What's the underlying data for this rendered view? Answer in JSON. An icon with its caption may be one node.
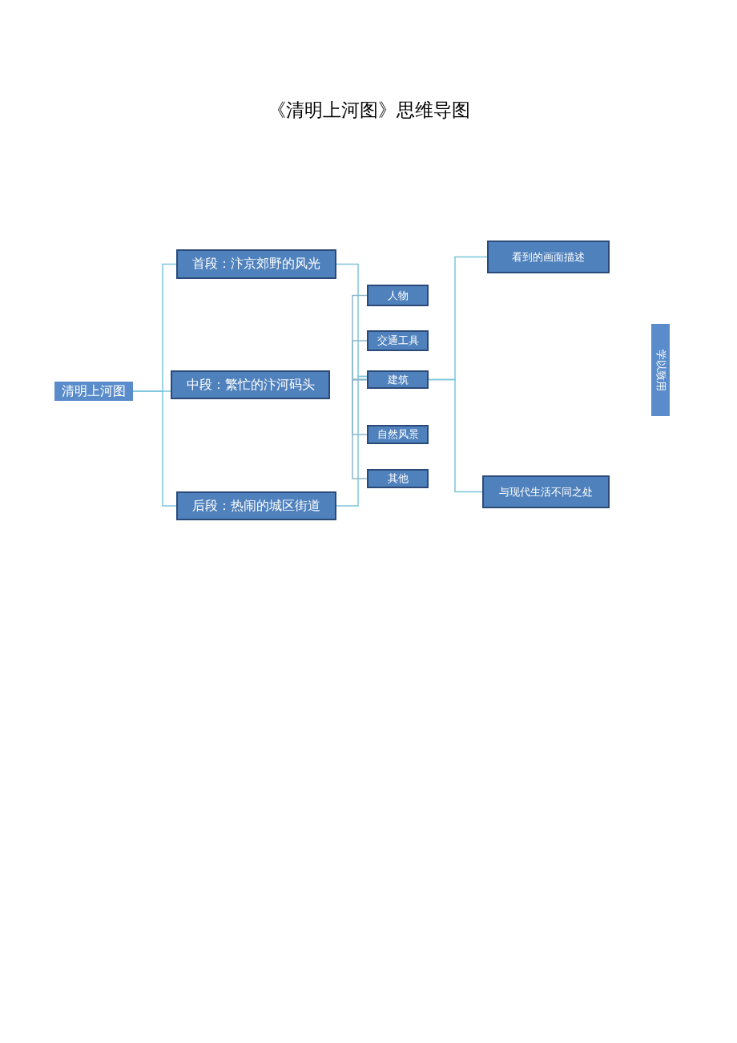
{
  "diagram": {
    "title": "《清明上河图》思维导图",
    "nodes": [
      {
        "text": [
          "清明上河图"
        ]
      },
      {
        "text": [
          "首段：汴京郊野的风光"
        ]
      },
      {
        "text": [
          "中段：繁忙的汴河码头"
        ]
      },
      {
        "text": [
          "后段：热闹的城区街道"
        ]
      },
      {
        "text": [
          "人物"
        ]
      },
      {
        "text": [
          "交通工具"
        ]
      },
      {
        "text": [
          "建筑"
        ]
      },
      {
        "text": [
          "自然风景"
        ]
      },
      {
        "text": [
          "其他"
        ]
      },
      {
        "text": [
          "看到的画面描述"
        ]
      },
      {
        "text": [
          "与现代生活不同之处"
        ]
      },
      {
        "text": [
          "学以致用"
        ]
      }
    ],
    "edges": [
      {
        "from": 0,
        "to": 1,
        "arrow": "none"
      },
      {
        "from": 0,
        "to": 2,
        "arrow": "none"
      },
      {
        "from": 0,
        "to": 3,
        "arrow": "none"
      },
      {
        "from": 6,
        "to": 1,
        "arrow": "none"
      },
      {
        "from": 6,
        "to": 3,
        "arrow": "none"
      },
      {
        "from": 6,
        "to": 4,
        "arrow": "none"
      },
      {
        "from": 6,
        "to": 5,
        "arrow": "none"
      },
      {
        "from": 6,
        "to": 7,
        "arrow": "none"
      },
      {
        "from": 6,
        "to": 8,
        "arrow": "none"
      },
      {
        "from": 6,
        "to": 9,
        "arrow": "none"
      },
      {
        "from": 6,
        "to": 10,
        "arrow": "none"
      }
    ]
  }
}
